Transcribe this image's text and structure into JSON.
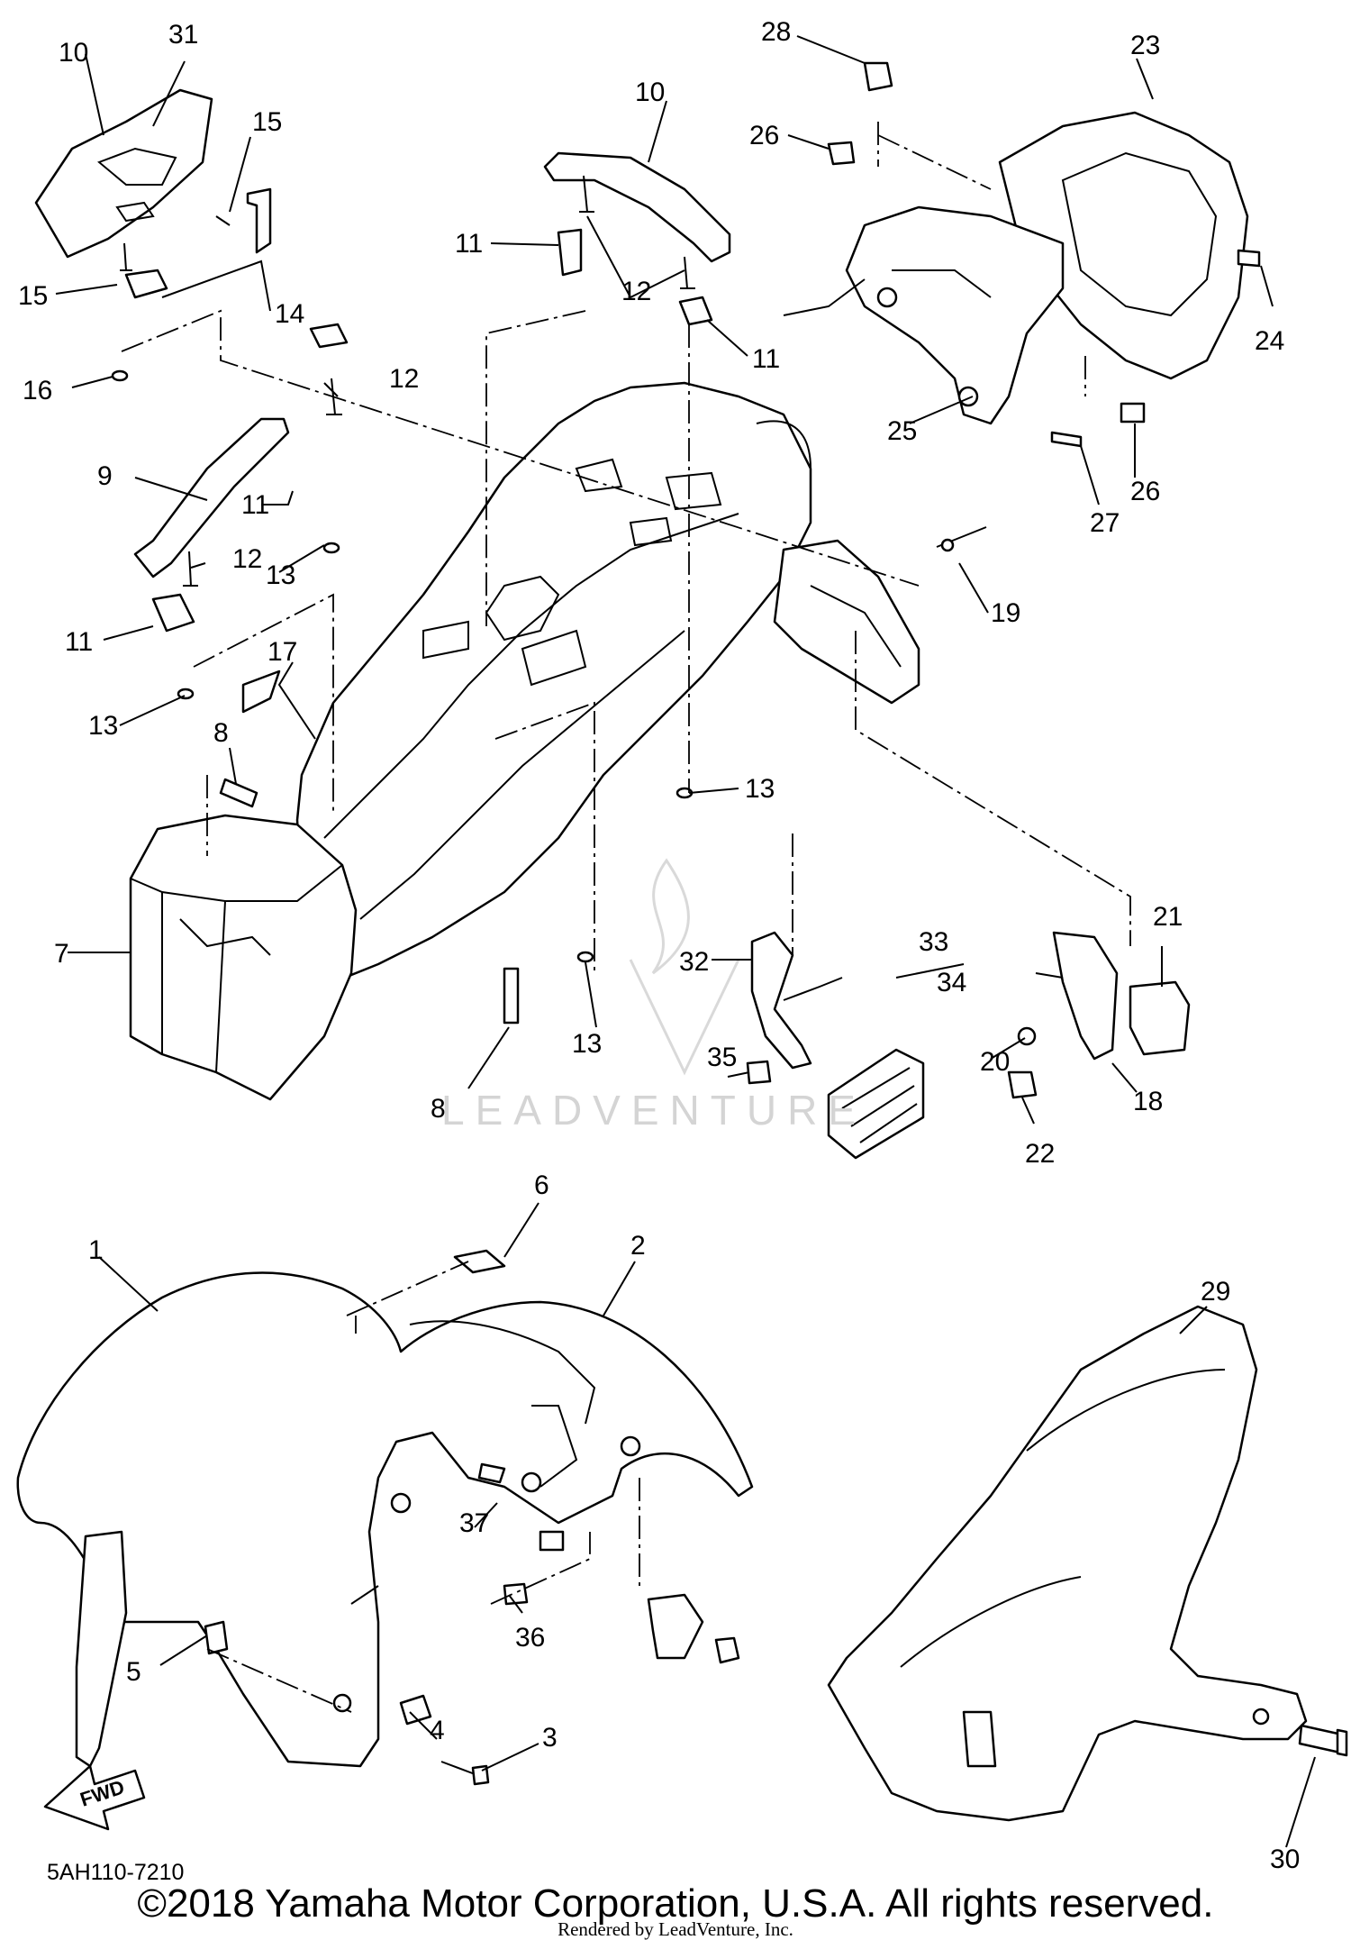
{
  "diagram_code": "5AH110-7210",
  "copyright": "©2018 Yamaha Motor Corporation, U.S.A. All rights reserved.",
  "rendered_by": "Rendered by LeadVenture, Inc.",
  "watermark": "LEADVENTURE",
  "fwd_label": "FWD",
  "callouts": {
    "c10a": "10",
    "c31": "31",
    "c15a": "15",
    "c15b": "15",
    "c14": "14",
    "c16": "16",
    "c10b": "10",
    "c11a": "11",
    "c12a": "12",
    "c11b": "11",
    "c28": "28",
    "c23": "23",
    "c26a": "26",
    "c24": "24",
    "c25": "25",
    "c26b": "26",
    "c27": "27",
    "c12b": "12",
    "c9": "9",
    "c11c": "11",
    "c12c": "12",
    "c13a": "13",
    "c11d": "11",
    "c17": "17",
    "c13b": "13",
    "c8a": "8",
    "c19": "19",
    "c13c": "13",
    "c7": "7",
    "c21": "21",
    "c33": "33",
    "c32": "32",
    "c34": "34",
    "c35": "35",
    "c20": "20",
    "c18": "18",
    "c13d": "13",
    "c8b": "8",
    "c22": "22",
    "c6": "6",
    "c1": "1",
    "c2": "2",
    "c29": "29",
    "c37": "37",
    "c36": "36",
    "c5": "5",
    "c4": "4",
    "c3": "3",
    "c30": "30"
  }
}
